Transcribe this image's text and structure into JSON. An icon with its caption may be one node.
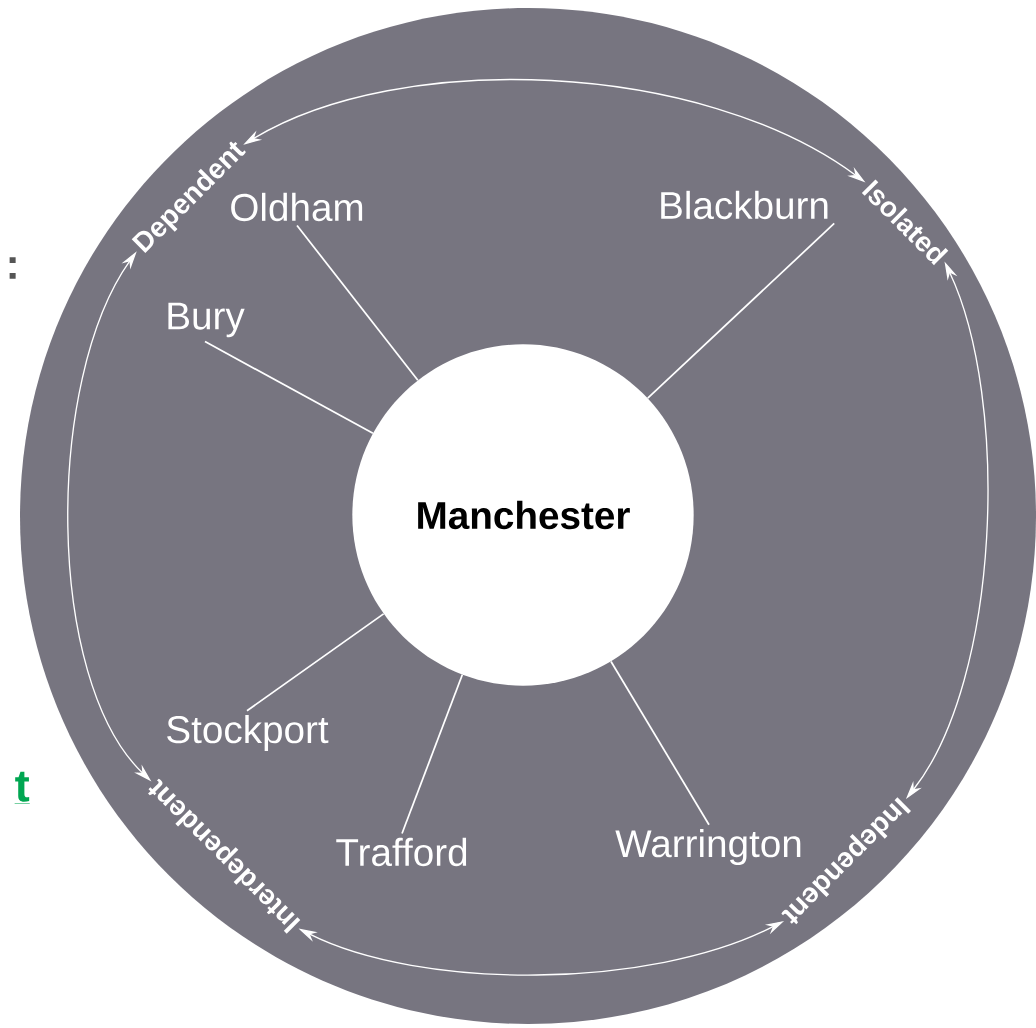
{
  "diagram": {
    "nodes": [
      {
        "text": [],
        "shape": "circle"
      },
      {
        "text": [
          "Dependent"
        ],
        "in": 0
      },
      {
        "text": [
          "Isolated"
        ],
        "in": 0
      },
      {
        "text": [
          "Independent"
        ],
        "in": 0
      },
      {
        "text": [
          "Interdependent"
        ],
        "in": 0
      },
      {
        "text": [
          "Manchester"
        ],
        "in": 0
      },
      {
        "text": [
          "Oldham"
        ],
        "in": 0
      },
      {
        "text": [
          "Blackburn"
        ],
        "in": 0
      },
      {
        "text": [
          "Bury"
        ],
        "in": 0
      },
      {
        "text": [
          "Stockport"
        ],
        "in": 0
      },
      {
        "text": [
          "Trafford"
        ],
        "in": 0
      },
      {
        "text": [
          "Warrington"
        ],
        "in": 0
      }
    ],
    "edges": [
      {
        "from": 1,
        "to": 2,
        "arrow": "both"
      },
      {
        "from": 2,
        "to": 3,
        "arrow": "both"
      },
      {
        "from": 3,
        "to": 4,
        "arrow": "both"
      },
      {
        "from": 4,
        "to": 1,
        "arrow": "both"
      },
      {
        "from": 6,
        "to": 5,
        "arrow": "none"
      },
      {
        "from": 7,
        "to": 5,
        "arrow": "none"
      },
      {
        "from": 8,
        "to": 5,
        "arrow": "none"
      },
      {
        "from": 9,
        "to": 5,
        "arrow": "none"
      },
      {
        "from": 10,
        "to": 5,
        "arrow": "none"
      },
      {
        "from": 11,
        "to": 5,
        "arrow": "none"
      }
    ],
    "labels": [
      ":",
      "t"
    ]
  }
}
